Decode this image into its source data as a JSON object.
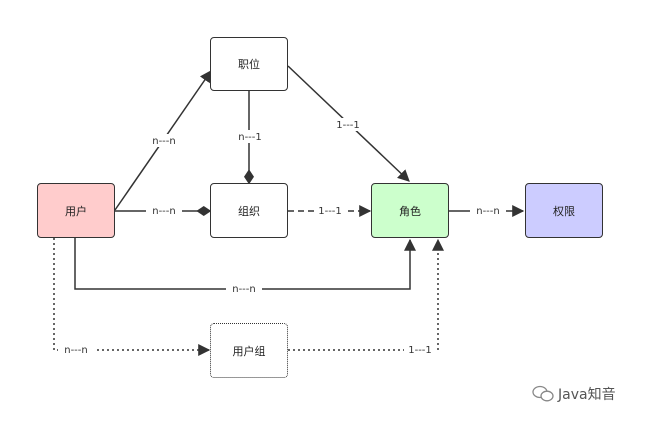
{
  "nodes": {
    "position": {
      "label": "职位"
    },
    "user": {
      "label": "用户",
      "fill": "#ffcccc"
    },
    "organization": {
      "label": "组织"
    },
    "role": {
      "label": "角色",
      "fill": "#ccffcc"
    },
    "permission": {
      "label": "权限",
      "fill": "#ccccff"
    },
    "user_group": {
      "label": "用户组"
    }
  },
  "edges": {
    "user_position": "n---n",
    "position_organization": "n---1",
    "position_role": "1---1",
    "user_organization": "n---n",
    "organization_role": "1---1",
    "role_permission": "n---n",
    "user_role": "n---n",
    "user_usergroup": "n---n",
    "usergroup_role": "1---1"
  },
  "watermark": {
    "text": "Java知音"
  }
}
